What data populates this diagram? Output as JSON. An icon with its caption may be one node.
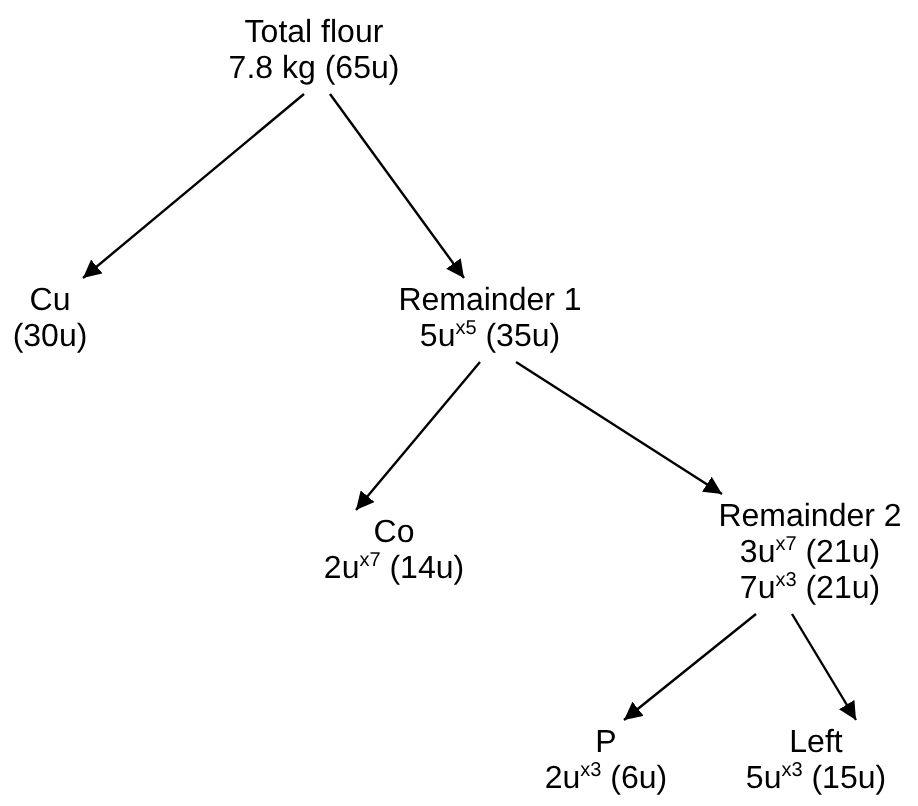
{
  "diagram": {
    "nodes": [
      {
        "text": [
          "Total flour",
          "7.8 kg (65u)"
        ]
      },
      {
        "text": [
          "Cu",
          "(30u)"
        ]
      },
      {
        "text": [
          "Remainder 1",
          "5u$^{x5}$ (35u)"
        ]
      },
      {
        "text": [
          "Co",
          "2u$^{x7}$ (14u)"
        ]
      },
      {
        "text": [
          "Remainder 2",
          "3u$^{x7}$ (21u)",
          "7u$^{x3}$ (21u)"
        ]
      },
      {
        "text": [
          "P",
          "2u$^{x3}$ (6u)"
        ]
      },
      {
        "text": [
          "Left",
          "5u$^{x3}$ (15u)"
        ]
      }
    ],
    "edges": [
      {
        "from": 0,
        "to": 1,
        "arrow": "to"
      },
      {
        "from": 0,
        "to": 2,
        "arrow": "to"
      },
      {
        "from": 2,
        "to": 3,
        "arrow": "to"
      },
      {
        "from": 2,
        "to": 4,
        "arrow": "to"
      },
      {
        "from": 4,
        "to": 5,
        "arrow": "to"
      },
      {
        "from": 4,
        "to": 6,
        "arrow": "to"
      }
    ]
  }
}
